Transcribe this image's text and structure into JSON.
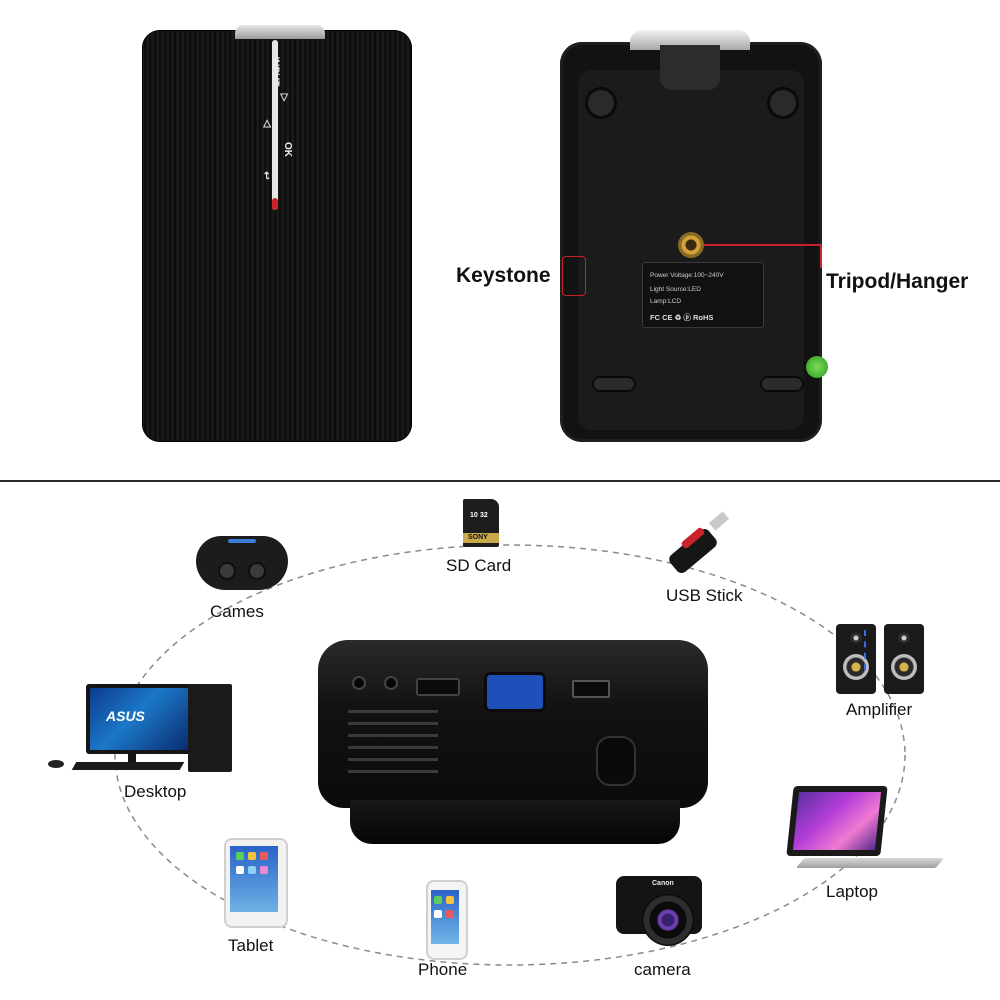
{
  "projector_bottom_view": {
    "spec_label": {
      "power": "Power Voltage:100~240V",
      "light": "Light Source:LED",
      "lamp": "Lamp:LCD",
      "certs": "FC  CE  ♻  ⓟ  RoHS"
    }
  },
  "projector_top_view": {
    "keys": [
      "INPUT",
      "▷",
      "◁",
      "OK",
      "↩"
    ]
  },
  "callouts": {
    "keystone": "Keystone",
    "tripod": "Tripod/Hanger"
  },
  "sd_card_text": {
    "size": "32",
    "brand": "SONY",
    "speed": "10"
  },
  "camera_brand": "Canon",
  "monitor_brand": "ASUS",
  "devices": {
    "sd_card": "SD Card",
    "usb_stick": "USB Stick",
    "games": "Cames",
    "amplifier": "Amplifier",
    "desktop": "Desktop",
    "laptop": "Laptop",
    "tablet": "Tablet",
    "phone": "Phone",
    "camera": "camera"
  },
  "colors": {
    "callout": "#c8232c",
    "vga_port": "#1f4fb8",
    "orbit": "#8a8a8a"
  }
}
